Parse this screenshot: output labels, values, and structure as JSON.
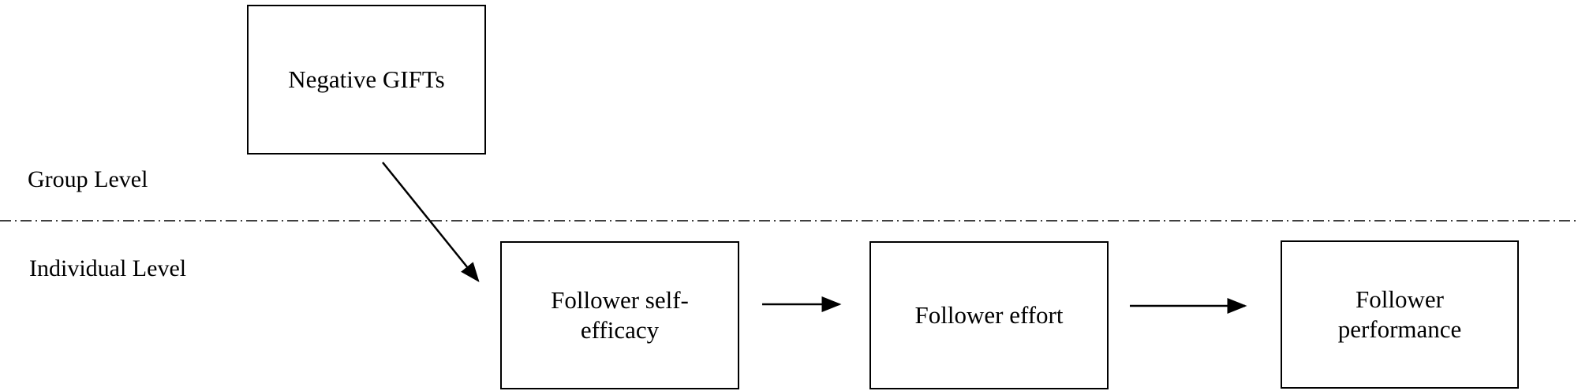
{
  "diagram": {
    "levels": {
      "group_label": "Group Level",
      "individual_label": "Individual Level"
    },
    "nodes": {
      "negative_gifts": {
        "lines": [
          "Negative GIFTs"
        ]
      },
      "self_efficacy": {
        "lines": [
          "Follower self-",
          "efficacy"
        ]
      },
      "effort": {
        "lines": [
          "Follower effort"
        ]
      },
      "performance": {
        "lines": [
          "Follower",
          "performance"
        ]
      }
    },
    "edges": [
      {
        "from": "negative_gifts",
        "to": "self_efficacy"
      },
      {
        "from": "self_efficacy",
        "to": "effort"
      },
      {
        "from": "effort",
        "to": "performance"
      }
    ],
    "separator_style": "dash-dot"
  }
}
